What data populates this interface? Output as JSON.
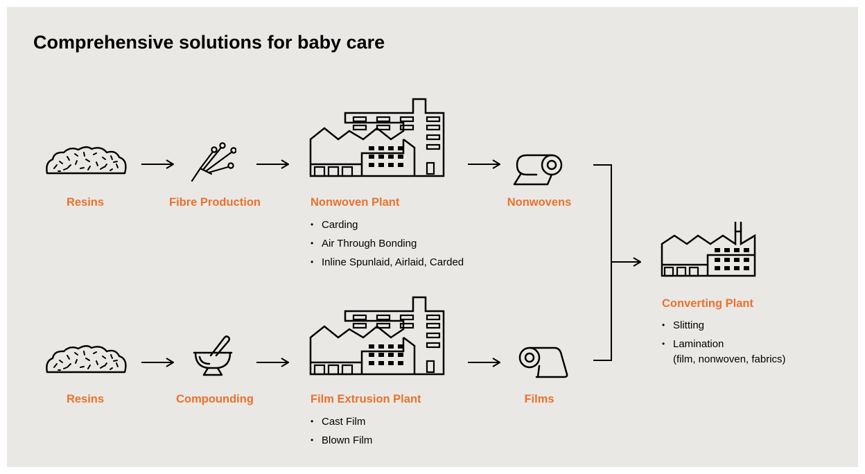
{
  "title": "Comprehensive solutions for baby care",
  "colors": {
    "background": "#eae8e5",
    "accent": "#e9722b",
    "line": "#000000"
  },
  "top_row": {
    "nodes": [
      {
        "label": "Resins",
        "icon": "resin-pile-icon"
      },
      {
        "label": "Fibre Production",
        "icon": "fibre-strands-icon"
      },
      {
        "label": "Nonwoven Plant",
        "icon": "factory-icon",
        "items": [
          "Carding",
          "Air Through Bonding",
          "Inline Spunlaid, Airlaid, Carded"
        ]
      },
      {
        "label": "Nonwovens",
        "icon": "nonwoven-roll-icon"
      }
    ]
  },
  "bottom_row": {
    "nodes": [
      {
        "label": "Resins",
        "icon": "resin-pile-icon"
      },
      {
        "label": "Compounding",
        "icon": "mortar-pestle-icon"
      },
      {
        "label": "Film Extrusion Plant",
        "icon": "factory-icon",
        "items": [
          "Cast Film",
          "Blown Film"
        ]
      },
      {
        "label": "Films",
        "icon": "film-roll-icon"
      }
    ]
  },
  "converting": {
    "label": "Converting Plant",
    "icon": "converting-factory-icon",
    "items": [
      "Slitting",
      "Lamination"
    ],
    "lamination_detail": "(film, nonwoven, fabrics)"
  }
}
